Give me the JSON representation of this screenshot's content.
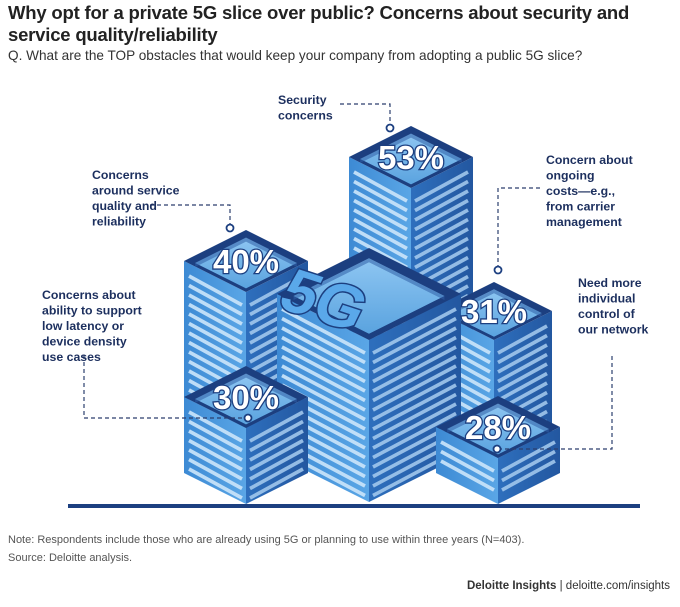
{
  "title": "Why opt for a private 5G slice over public? Concerns about security and service quality/reliability",
  "question": "Q. What are the TOP obstacles that would keep your company from adopting a public 5G slice?",
  "center_label": "5G",
  "chart_data": {
    "type": "bar",
    "categories": [
      "Security concerns",
      "Concerns around service quality and reliability",
      "Concern about ongoing costs—e.g., from carrier management",
      "Concerns about ability to support low latency or device density use cases",
      "Need more individual control of our network"
    ],
    "values": [
      53,
      40,
      31,
      30,
      28
    ],
    "value_labels": [
      "53%",
      "40%",
      "31%",
      "30%",
      "28%"
    ],
    "unit": "%",
    "label_lines": [
      [
        "Security",
        "concerns"
      ],
      [
        "Concerns",
        "around service",
        "quality and",
        "reliability"
      ],
      [
        "Concern about",
        "ongoing",
        "costs—e.g.,",
        "from carrier",
        "management"
      ],
      [
        "Concerns about",
        "ability to support",
        "low latency or",
        "device density",
        "use cases"
      ],
      [
        "Need more",
        "individual",
        "control of",
        "our network"
      ]
    ]
  },
  "notes": {
    "note": "Note: Respondents include those who are already using 5G or planning to use within three years (N=403).",
    "source": "Source: Deloitte analysis."
  },
  "credit": {
    "brand": "Deloitte Insights",
    "separator": " | ",
    "site": "deloitte.com/insights"
  },
  "colors": {
    "navy": "#1c3f80",
    "blue_light": "#5fa9e4",
    "blue_mid": "#3a85d0",
    "blue_dark": "#2860ac",
    "text": "#1c2f5e",
    "connector": "#2c3f6e"
  }
}
